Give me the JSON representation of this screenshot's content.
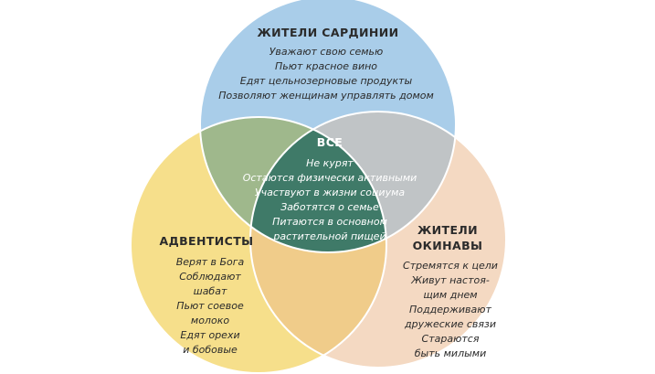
{
  "colors": {
    "sardinia": "#a9cde9",
    "adventists": "#f6df8b",
    "okinawa": "#f4d9c2",
    "sardinia_adventists": "#9fb88c",
    "sardinia_okinawa": "#c0c4c6",
    "adventists_okinawa": "#f0cc8a",
    "center": "#3f7a68",
    "stroke": "#ffffff"
  },
  "sardinia": {
    "title": "ЖИТЕЛИ САРДИНИИ",
    "items": [
      "Уважают свою семью",
      "Пьют красное вино",
      "Едят цельнозерновые продукты",
      "Позволяют женщинам управлять домом"
    ]
  },
  "center": {
    "title": "ВСЕ",
    "items": [
      "Не курят",
      "Остаются физически активными",
      "Участвуют в жизни социума",
      "Заботятся о семье",
      "Питаются в основном",
      "растительной пищей"
    ]
  },
  "adventists": {
    "title": "АДВЕНТИСТЫ",
    "items": [
      "Верят в Бога",
      "Соблюдают",
      "шабат",
      "Пьют соевое",
      "молоко",
      "Едят орехи",
      "и бобовые"
    ]
  },
  "okinawa": {
    "title_lines": [
      "ЖИТЕЛИ",
      "ОКИНАВЫ"
    ],
    "items": [
      "Стремятся к цели",
      "Живут настоя-",
      "щим днем",
      "Поддерживают",
      "дружеские связи",
      "Стараются",
      "быть милыми"
    ]
  }
}
